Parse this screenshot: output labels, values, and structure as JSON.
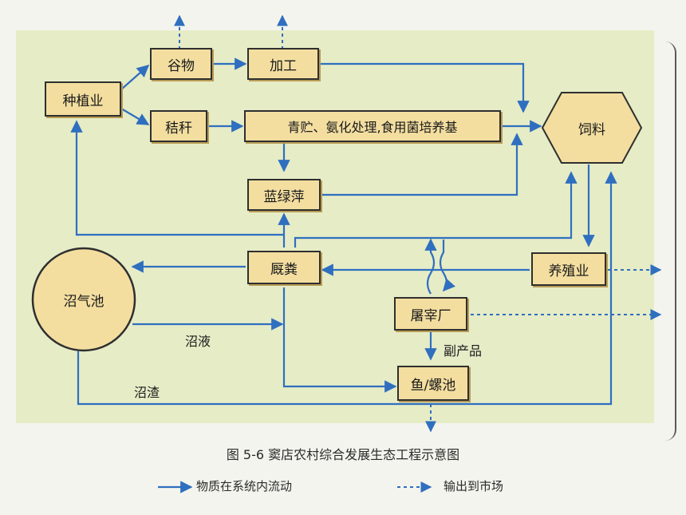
{
  "nodes": {
    "zhongzhi": "种植业",
    "guwu": "谷物",
    "jiagong": "加工",
    "jiegan": "秸秆",
    "qingzhu": "青贮、氨化处理,食用菌培养基",
    "siliao": "饲料",
    "lanlvping": "蓝绿萍",
    "jiefen": "厩粪",
    "yangzhi": "养殖业",
    "zhaoqichi": "沼气池",
    "tuzaichang": "屠宰厂",
    "yuluochi": "鱼/螺池"
  },
  "edge_labels": {
    "zhaoye": "沼液",
    "zhaozha": "沼渣",
    "fuchanpin": "副产品"
  },
  "caption": "图 5-6   窦店农村综合发展生态工程示意图",
  "legend": {
    "internal": "物质在系统内流动",
    "market": "输出到市场"
  },
  "colors": {
    "arrow": "#2f6fbf",
    "box_fill": "#f3dea0",
    "box_border": "#2f2f2f",
    "panel": "#e6ecc6"
  }
}
